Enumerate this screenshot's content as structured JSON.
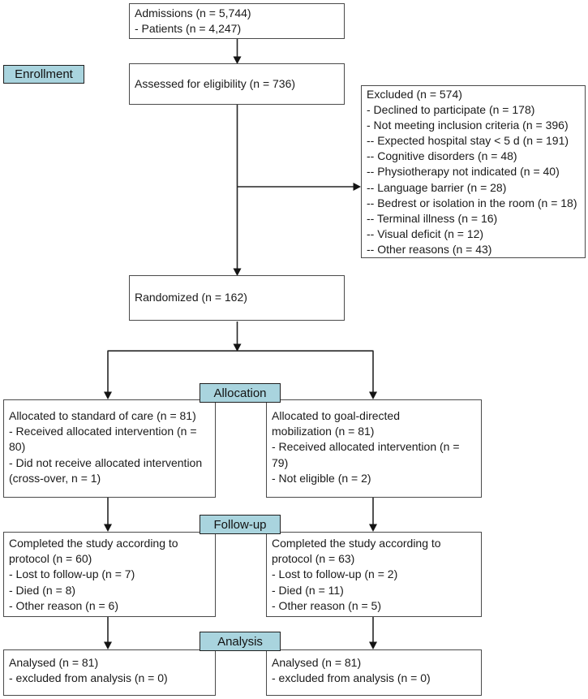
{
  "colors": {
    "label_fill": "#a9d4de",
    "label_border": "#1f1f1f",
    "box_border": "#4a4a4a",
    "line": "#262626",
    "text": "#1a1a1a",
    "page_bg": "#ffffff"
  },
  "stage_labels": {
    "enrollment": "Enrollment",
    "allocation": "Allocation",
    "follow_up": "Follow-up",
    "analysis": "Analysis"
  },
  "boxes": {
    "admissions": {
      "lines": [
        "Admissions (n = 5,744)",
        "- Patients (n = 4,247)"
      ]
    },
    "assessed": {
      "lines": [
        "Assessed for eligibility (n = 736)"
      ]
    },
    "excluded": {
      "lines": [
        "Excluded (n = 574)",
        "- Declined to participate (n = 178)",
        "- Not meeting inclusion criteria (n = 396)",
        "-- Expected hospital stay < 5 d (n = 191)",
        "-- Cognitive disorders (n = 48)",
        "-- Physiotherapy not indicated (n = 40)",
        "-- Language barrier (n = 28)",
        "-- Bedrest or isolation in the room (n = 18)",
        "-- Terminal illness (n = 16)",
        "-- Visual deficit (n = 12)",
        "-- Other reasons (n = 43)"
      ]
    },
    "randomized": {
      "lines": [
        "Randomized (n = 162)"
      ]
    },
    "allocated_standard": {
      "lines": [
        "Allocated to standard of care (n = 81)",
        "- Received allocated intervention (n =",
        "80)",
        "- Did not receive allocated intervention",
        "(cross-over, n = 1)"
      ]
    },
    "allocated_goal_directed": {
      "lines": [
        "Allocated to goal-directed",
        "mobilization (n = 81)",
        "- Received allocated intervention (n =",
        "79)",
        "- Not eligible (n = 2)"
      ]
    },
    "followup_standard": {
      "lines": [
        "Completed the study according to",
        "protocol (n = 60)",
        "- Lost to follow-up (n = 7)",
        "- Died (n = 8)",
        "- Other reason (n = 6)"
      ]
    },
    "followup_goal_directed": {
      "lines": [
        "Completed the study according to",
        "protocol (n = 63)",
        "- Lost to follow-up (n = 2)",
        "- Died (n = 11)",
        "- Other reason (n = 5)"
      ]
    },
    "analysed_standard": {
      "lines": [
        "Analysed (n = 81)",
        "- excluded from analysis (n = 0)"
      ]
    },
    "analysed_goal_directed": {
      "lines": [
        "Analysed (n = 81)",
        "- excluded from analysis (n = 0)"
      ]
    }
  }
}
